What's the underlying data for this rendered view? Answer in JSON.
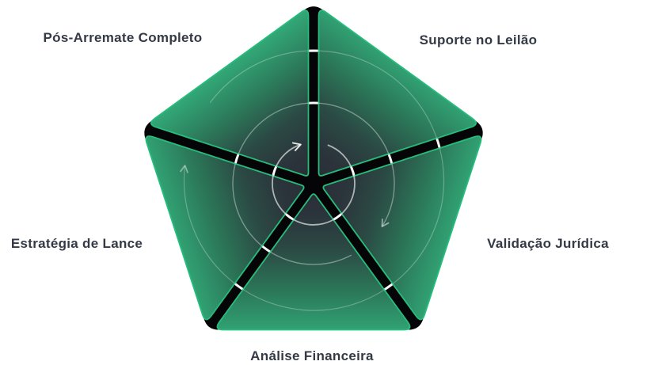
{
  "diagram": {
    "type": "pentagon-cycle",
    "direction": "clockwise",
    "labels": [
      {
        "text": "Pós-Arremate Completo",
        "position": "top-left"
      },
      {
        "text": "Suporte no Leilão",
        "position": "top-right"
      },
      {
        "text": "Validação Jurídica",
        "position": "right"
      },
      {
        "text": "Análise Financeira",
        "position": "bottom"
      },
      {
        "text": "Estratégia de Lance",
        "position": "left"
      }
    ],
    "colors": {
      "background": "#ffffff",
      "segment_edge_green": "#26bd7c",
      "segment_outer_green": "#31a173",
      "segment_center_dark": "#2a2e36",
      "divider_black": "#050507",
      "circle_white": "#ffffff",
      "label_text": "#333a46"
    }
  }
}
